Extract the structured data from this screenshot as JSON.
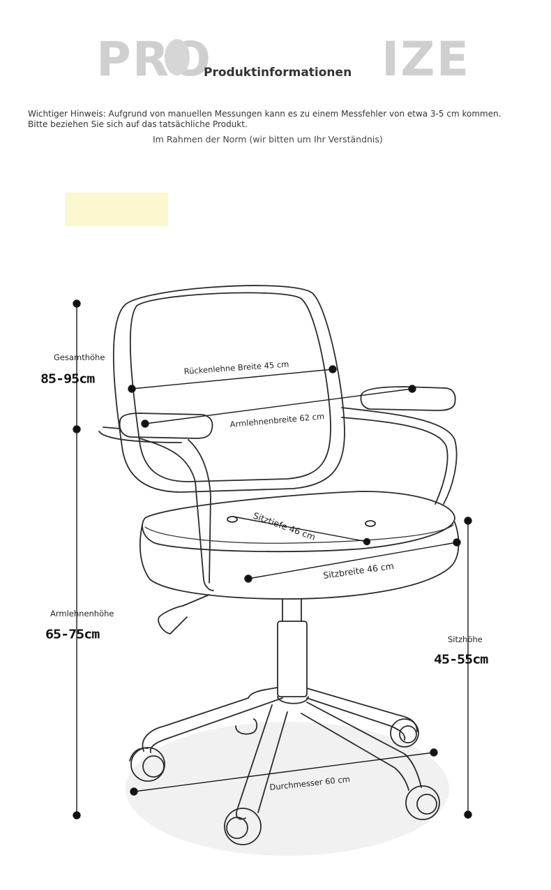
{
  "header": {
    "big_left": "PRO",
    "big_right": "IZE",
    "title": "Produktinformationen"
  },
  "notice": {
    "text": "Wichtiger Hinweis: Aufgrund von manuellen Messungen kann es zu einem Messfehler von etwa 3-5 cm kommen. Bitte beziehen Sie sich auf das tatsächliche Produkt.",
    "norm": "Im Rahmen der Norm (wir bitten um Ihr Verständnis)"
  },
  "dimensions": {
    "total_height": {
      "label": "Gesamthöhe",
      "value": "85-95cm"
    },
    "armrest_height": {
      "label": "Armlehnenhöhe",
      "value": "65-75cm"
    },
    "seat_height": {
      "label": "Sitzhöhe",
      "value": "45-55cm"
    },
    "backrest_width": "Rückenlehne Breite 45 cm",
    "armrest_width": "Armlehnenbreite 62 cm",
    "seat_depth": "Sitztiefe 46 cm",
    "seat_width": "Sitzbreite 46 cm",
    "diameter": "Durchmesser 60 cm"
  },
  "colors": {
    "outline": "#2a2a2a",
    "ghost_title": "#cfcfcf",
    "badge": "#fbf7cf",
    "floor": "#f1f1f1"
  }
}
